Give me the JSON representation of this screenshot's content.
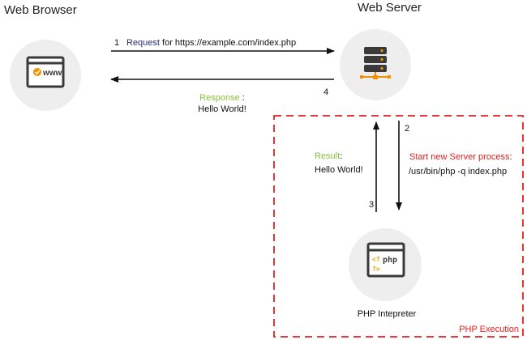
{
  "colors": {
    "accent_blue": "#2a2f7a",
    "accent_green": "#8cbf3f",
    "accent_red": "#e02020",
    "icon_orange": "#f39200",
    "icon_dark": "#3a3a3a",
    "circle_fill": "#eeeeee"
  },
  "nodes": {
    "browser": {
      "title": "Web Browser",
      "icon": "browser-window-icon",
      "icon_text": "www."
    },
    "server": {
      "title": "Web Server",
      "icon": "server-rack-icon"
    },
    "interpreter": {
      "label": "PHP Intepreter",
      "icon": "php-window-icon",
      "icon_tag": "<?",
      "icon_close": "?>",
      "icon_text": "php"
    }
  },
  "steps": {
    "request": {
      "number": "1",
      "keyword": "Request",
      "text": " for https://example.com/index.php"
    },
    "spawn": {
      "number": "2",
      "keyword": "Start new Server process",
      "colon": ":",
      "detail": "/usr/bin/php -q index.php"
    },
    "result": {
      "number": "3",
      "keyword": "Result",
      "colon": ":",
      "detail": "Hello World!"
    },
    "response": {
      "number": "4",
      "keyword": "Response",
      "colon": " :",
      "detail": "Hello World!"
    }
  },
  "region": {
    "label": "PHP Execution"
  }
}
